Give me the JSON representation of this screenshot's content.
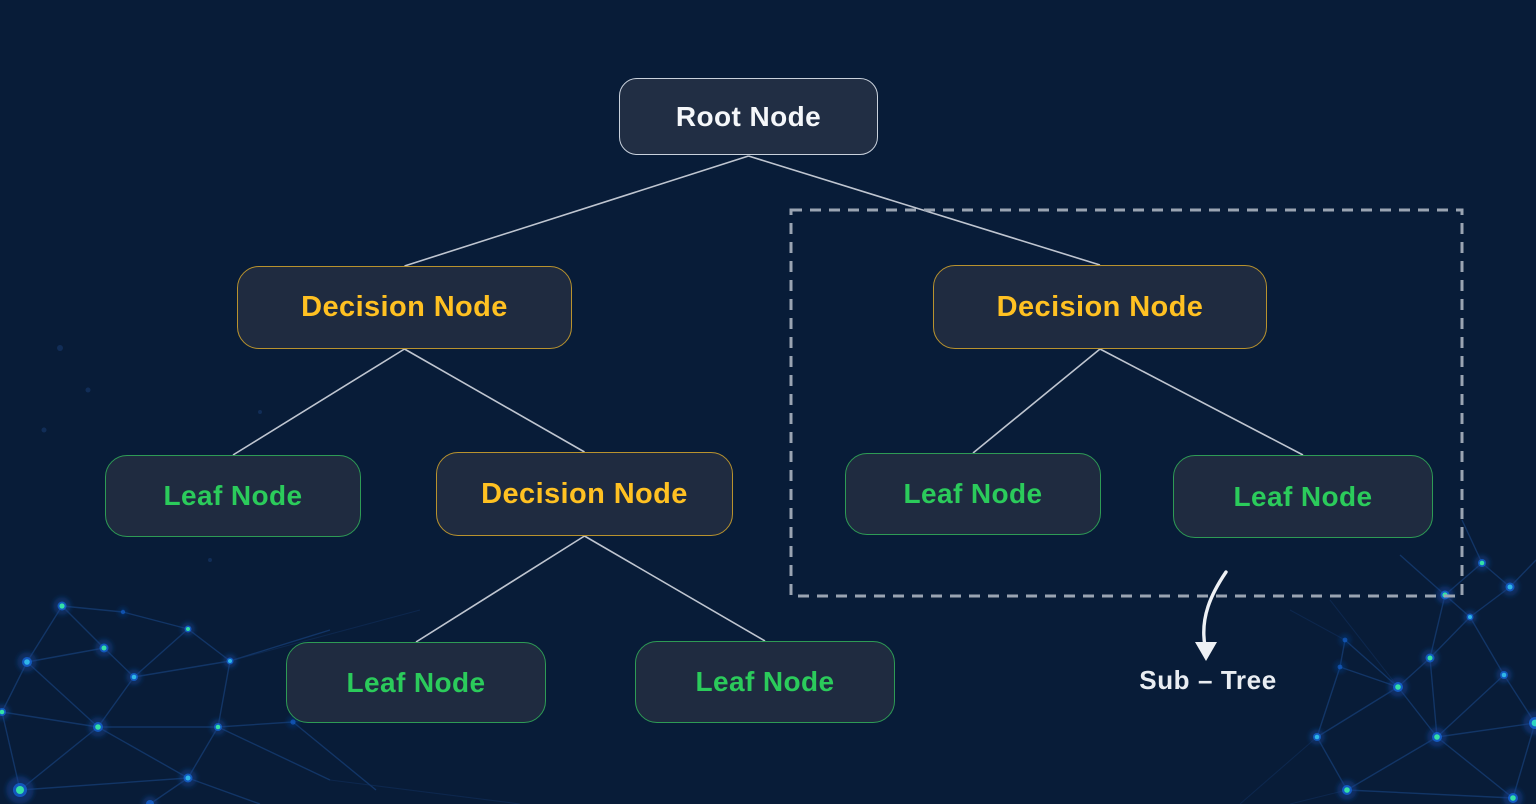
{
  "diagram": {
    "type": "decision-tree",
    "nodes": {
      "root": {
        "label": "Root Node",
        "role": "root"
      },
      "decision_left": {
        "label": "Decision Node",
        "role": "decision"
      },
      "decision_right": {
        "label": "Decision Node",
        "role": "decision"
      },
      "decision_mid": {
        "label": "Decision Node",
        "role": "decision"
      },
      "leaf_left": {
        "label": "Leaf Node",
        "role": "leaf"
      },
      "leaf_bottom_left": {
        "label": "Leaf Node",
        "role": "leaf"
      },
      "leaf_bottom_right": {
        "label": "Leaf Node",
        "role": "leaf"
      },
      "leaf_sub_left": {
        "label": "Leaf Node",
        "role": "leaf"
      },
      "leaf_sub_right": {
        "label": "Leaf Node",
        "role": "leaf"
      }
    },
    "edges": [
      [
        "root",
        "decision_left"
      ],
      [
        "root",
        "decision_right"
      ],
      [
        "decision_left",
        "leaf_left"
      ],
      [
        "decision_left",
        "decision_mid"
      ],
      [
        "decision_mid",
        "leaf_bottom_left"
      ],
      [
        "decision_mid",
        "leaf_bottom_right"
      ],
      [
        "decision_right",
        "leaf_sub_left"
      ],
      [
        "decision_right",
        "leaf_sub_right"
      ]
    ],
    "subtree": {
      "label": "Sub – Tree",
      "members": [
        "decision_right",
        "leaf_sub_left",
        "leaf_sub_right"
      ]
    },
    "colors": {
      "background": "#081c38",
      "node_fill": "#1f2b40",
      "root_text": "#f5f7fa",
      "root_border": "#c9d1dc",
      "decision_text": "#ffc122",
      "decision_border": "#b8922e",
      "leaf_text": "#2bcb5b",
      "leaf_border": "#2e9b55",
      "connector_line": "#c9cfd9",
      "dashed_border": "#9aa4b2",
      "annotation_text": "#e9edf2"
    }
  }
}
